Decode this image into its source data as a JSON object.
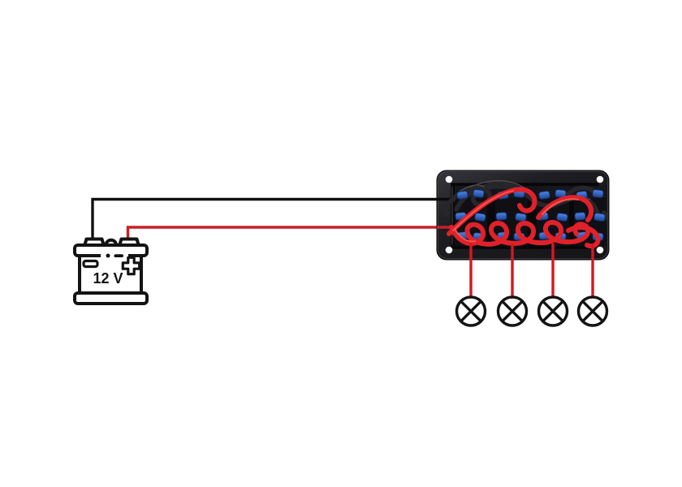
{
  "diagram": {
    "type": "wiring-diagram",
    "battery": {
      "label": "12 V",
      "positive_marker": "+",
      "negative_marker": "-"
    },
    "panel": {
      "description": "4-gang rocker switch panel, rear view",
      "switch_count": 4,
      "mounting_hole_count": 4
    },
    "lamps": {
      "count": 4,
      "symbol": "circle-x-lamp"
    },
    "wires": [
      {
        "id": "battery-negative-wire",
        "color_name": "black",
        "hex": "#111111"
      },
      {
        "id": "battery-positive-wire",
        "color_name": "red",
        "hex": "#c81f27"
      },
      {
        "id": "lamp-leads",
        "color_name": "red",
        "hex": "#d8161f",
        "count": 4
      }
    ]
  },
  "colors": {
    "background": "#ffffff",
    "schematic_black": "#111111",
    "schematic_red": "#c81f27",
    "panel_body": "#1d1d21",
    "panel_recess": "#09090b",
    "connector_blue": "#2f63c8",
    "photo_wire_red": "#e0212a",
    "photo_wire_black": "#26262b",
    "lamp_stroke": "#141414"
  }
}
